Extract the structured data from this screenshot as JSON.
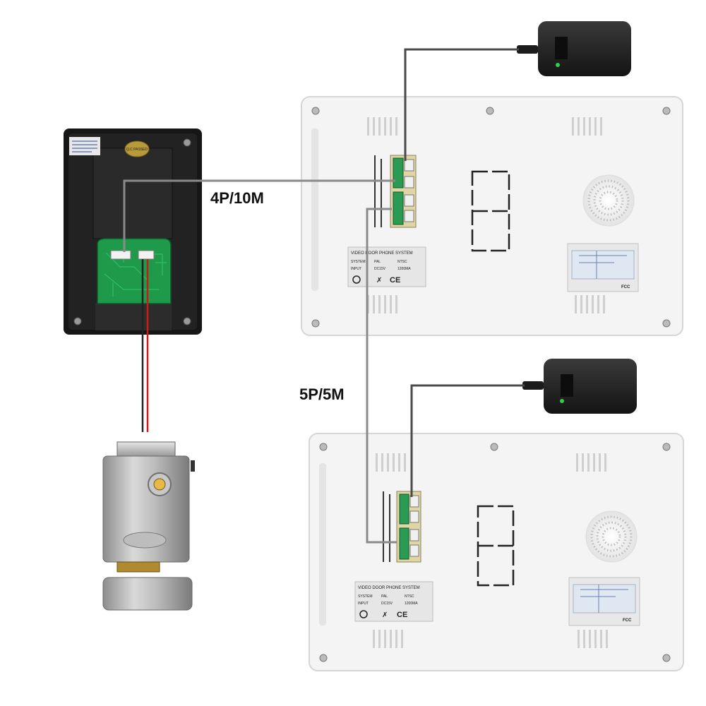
{
  "cables": {
    "outdoor_to_monitor": "4P/10M",
    "monitor_to_monitor": "5P/5M"
  },
  "outdoor_unit": {
    "stamp_text": "Q.C PASSED"
  },
  "monitors": [
    {
      "label_title": "VIDEO DOOR PHONE SYSTEM",
      "system_label": "SYSTEM",
      "system_pal": "PAL",
      "system_ntsc": "NTSC",
      "input_label": "INPUT",
      "input_voltage": "DC15V",
      "input_current": "1200MA",
      "ce_mark": "CE",
      "fcc_mark": "FCC"
    },
    {
      "label_title": "VIDEO DOOR PHONE SYSTEM",
      "system_label": "SYSTEM",
      "system_pal": "PAL",
      "system_ntsc": "NTSC",
      "input_label": "INPUT",
      "input_voltage": "DC15V",
      "input_current": "1200MA",
      "ce_mark": "CE",
      "fcc_mark": "FCC"
    }
  ],
  "colors": {
    "cable_gray": "#8a8a8a",
    "cable_dark": "#4a4a4a",
    "wire_red": "#d01818",
    "pcb_green": "#1e9a4a",
    "housing_black": "#1c1c1c",
    "monitor_white": "#f4f4f4"
  }
}
